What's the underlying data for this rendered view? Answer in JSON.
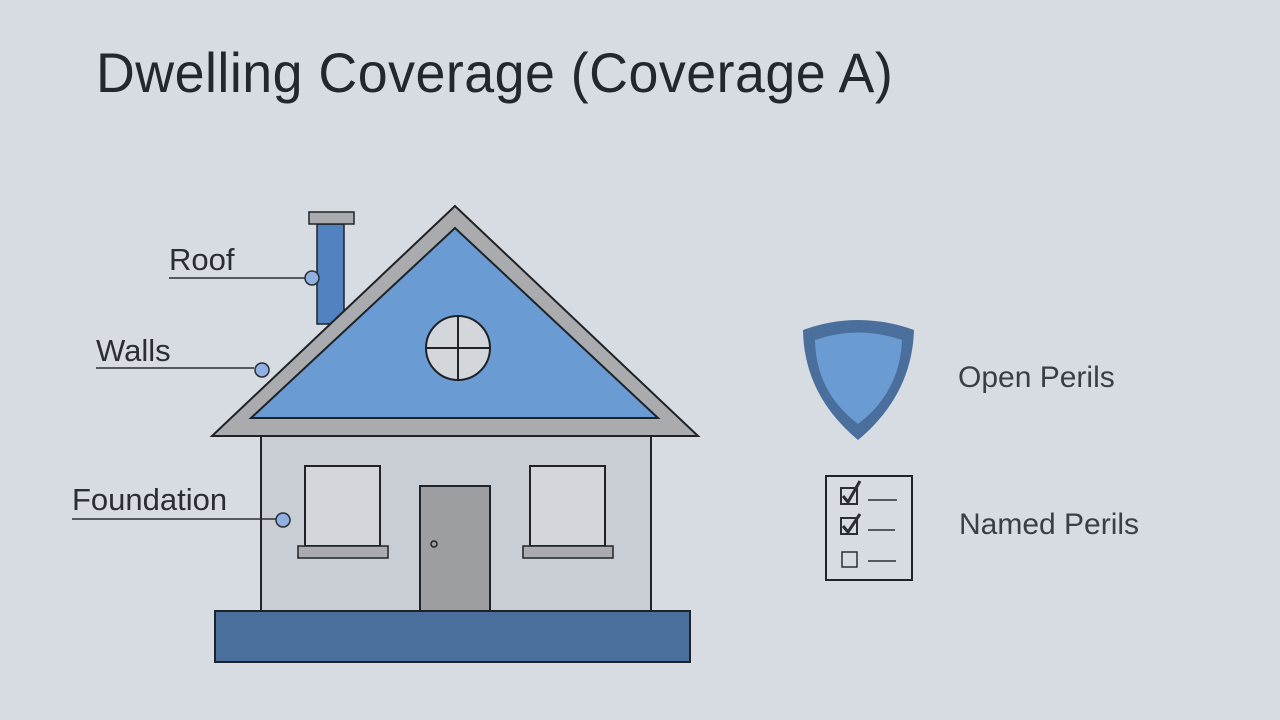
{
  "title": "Dwelling Coverage (Coverage A)",
  "callouts": [
    {
      "label": "Roof",
      "target": "chimney/roof"
    },
    {
      "label": "Walls",
      "target": "roof-edge/walls"
    },
    {
      "label": "Foundation",
      "target": "house-wall"
    }
  ],
  "legend": [
    {
      "label": "Open Perils",
      "icon": "shield-icon"
    },
    {
      "label": "Named Perils",
      "icon": "checklist-icon"
    }
  ],
  "colors": {
    "background": "#d7dce2",
    "roof_fill": "#6a9bd3",
    "roof_trim": "#a9abae",
    "wall_fill": "#c9ced5",
    "window_fill": "#d3d7dc",
    "door_fill": "#9c9ea1",
    "foundation_fill": "#4a6f9c",
    "chimney_fill": "#5283c0",
    "callout_dot": "#8fb0e0",
    "shield_outer": "#4a6f9c",
    "shield_inner": "#6a9bd3",
    "outline": "#1f2328"
  }
}
